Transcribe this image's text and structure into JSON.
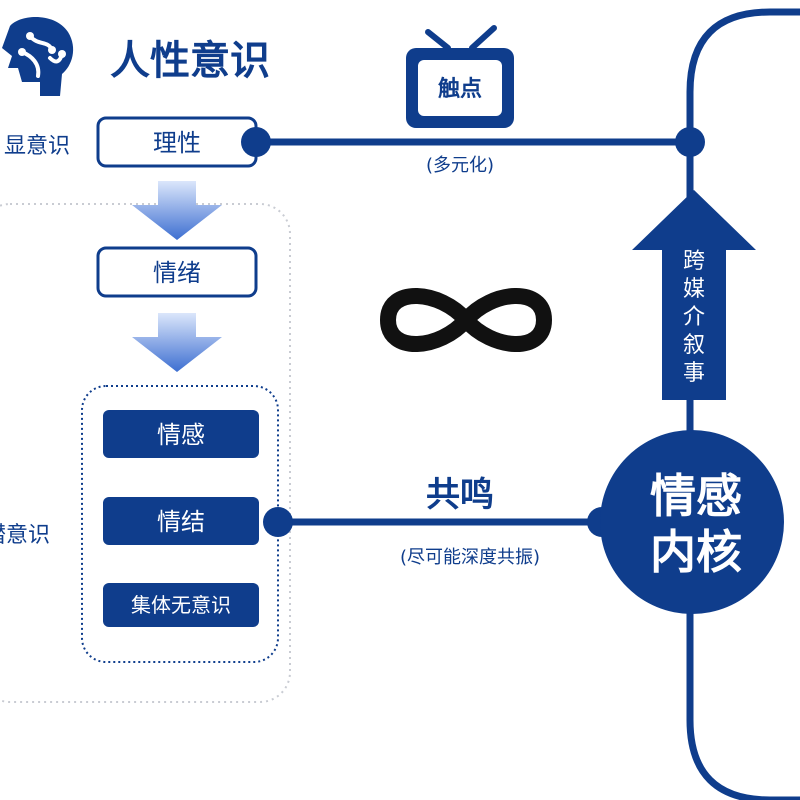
{
  "title": "人性意识",
  "levels": {
    "conscious": "显意识",
    "subconscious": "潜意识"
  },
  "boxes": {
    "rational": "理性",
    "emotion_mood": "情绪",
    "feeling": "情感",
    "emotion_knot": "情结",
    "collective": "集体无意识"
  },
  "touchpoint": {
    "label": "触点",
    "caption": "(多元化)"
  },
  "resonance": {
    "label": "共鸣",
    "caption": "(尽可能深度共振)"
  },
  "cross_media": [
    "跨",
    "媒",
    "介",
    "叙",
    "事"
  ],
  "core": {
    "line1": "情感",
    "line2": "内核"
  },
  "colors": {
    "primary": "#0f3d8c",
    "arrow_grad_light": "#dbe6fb",
    "arrow_grad_dark": "#3d6fd1",
    "dotted_light": "#c9ccd3",
    "dotted_dark": "#0f3d8c"
  },
  "icons": {
    "brain": "brain-head-icon",
    "tv": "tv-icon",
    "infinity": "infinity-icon"
  }
}
